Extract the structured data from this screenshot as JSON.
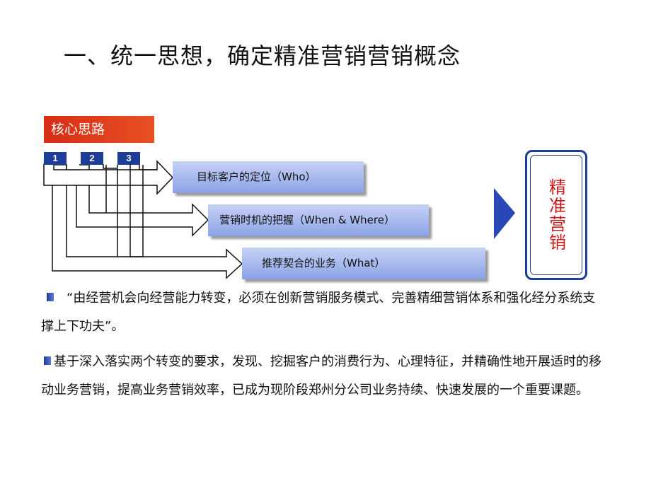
{
  "title": "一、统一思想，确定精准营销营销概念",
  "core_label": "核心思路",
  "steps": [
    {
      "number": "1",
      "label": "目标客户的定位（Who）"
    },
    {
      "number": "2",
      "label": "营销时机的把握（When & Where）"
    },
    {
      "number": "3",
      "label": "推荐契合的业务（What）"
    }
  ],
  "result": "精准营销",
  "paragraphs": [
    "“由经营机会向经营能力转变，必须在创新营销服务模式、完善精细营销体系和强化经分系统支撑上下功夫”。",
    "基于深入落实两个转变的要求，发现、挖掘客户的消费行为、心理特征，并精确性地开展适时的移动业务营销，提高业务营销效率，已成为现阶段郑州分公司业务持续、快速发展的一个重要课题。"
  ],
  "colors": {
    "accent_red": "#d72d15",
    "accent_blue": "#1d3d98",
    "bar_light": "#c6d2f5",
    "result_text": "#cc1a1a"
  }
}
